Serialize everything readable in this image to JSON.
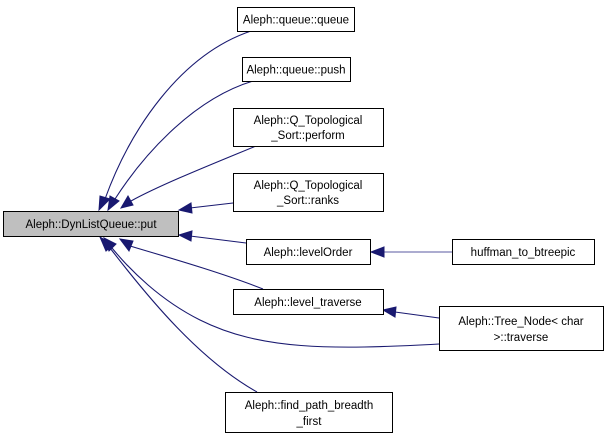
{
  "diagram": {
    "type": "doxygen-caller-graph",
    "root": "put",
    "colors": {
      "edge": "#191970",
      "root_fill": "#bfbfbf",
      "node_fill": "#ffffff",
      "node_border": "#000000"
    },
    "nodes": {
      "put": {
        "lines": [
          "Aleph::DynListQueue::put"
        ]
      },
      "queue_ctor": {
        "lines": [
          "Aleph::queue::queue"
        ]
      },
      "queue_push": {
        "lines": [
          "Aleph::queue::push"
        ]
      },
      "perform": {
        "lines": [
          "Aleph::Q_Topological",
          "_Sort::perform"
        ]
      },
      "ranks": {
        "lines": [
          "Aleph::Q_Topological",
          "_Sort::ranks"
        ]
      },
      "levelOrder": {
        "lines": [
          "Aleph::levelOrder"
        ]
      },
      "huffman": {
        "lines": [
          "huffman_to_btreepic"
        ]
      },
      "level_traverse": {
        "lines": [
          "Aleph::level_traverse"
        ]
      },
      "tree_node_traverse": {
        "lines": [
          "Aleph::Tree_Node< char",
          ">::traverse"
        ]
      },
      "find_path": {
        "lines": [
          "Aleph::find_path_breadth",
          "_first"
        ]
      }
    },
    "edges": [
      {
        "from": "queue_ctor",
        "to": "put"
      },
      {
        "from": "queue_push",
        "to": "put"
      },
      {
        "from": "perform",
        "to": "put"
      },
      {
        "from": "ranks",
        "to": "put"
      },
      {
        "from": "levelOrder",
        "to": "put"
      },
      {
        "from": "level_traverse",
        "to": "put"
      },
      {
        "from": "tree_node_traverse",
        "to": "put"
      },
      {
        "from": "find_path",
        "to": "put"
      },
      {
        "from": "huffman",
        "to": "levelOrder"
      },
      {
        "from": "tree_node_traverse",
        "to": "level_traverse"
      }
    ]
  }
}
